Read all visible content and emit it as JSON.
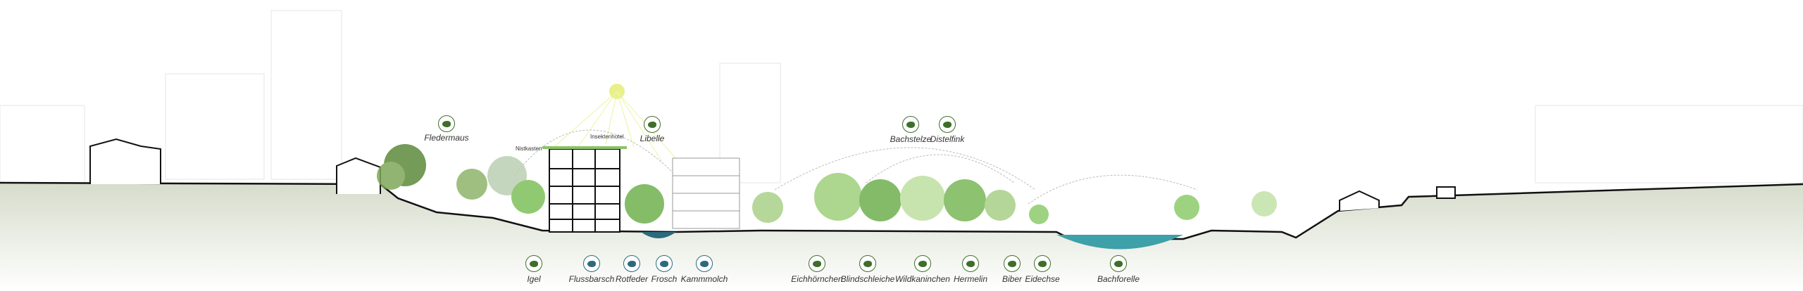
{
  "colors": {
    "land_species": "#3f6e2a",
    "water_species": "#2c6a7c",
    "water": "#3ea0a8",
    "ground": "#dfe3d6",
    "sun": "#e8f08a"
  },
  "annotations": {
    "nistkasten": "Nistkasten",
    "insektenhotel": "Insektenhotel"
  },
  "top_species": [
    {
      "name": "Fledermaus",
      "icon": "bat-icon",
      "type": "land"
    },
    {
      "name": "Libelle",
      "icon": "dragonfly-icon",
      "type": "land"
    },
    {
      "name": "Bachstelze",
      "icon": "wagtail-bird-icon",
      "type": "land"
    },
    {
      "name": "Distelfink",
      "icon": "goldfinch-bird-icon",
      "type": "land"
    }
  ],
  "bottom_species": [
    {
      "name": "Igel",
      "icon": "hedgehog-icon",
      "type": "land"
    },
    {
      "name": "Flussbarsch",
      "icon": "perch-fish-icon",
      "type": "water"
    },
    {
      "name": "Rotfeder",
      "icon": "rudd-fish-icon",
      "type": "water"
    },
    {
      "name": "Frosch",
      "icon": "frog-icon",
      "type": "water"
    },
    {
      "name": "Kammmolch",
      "icon": "newt-icon",
      "type": "water"
    },
    {
      "name": "Eichhörnchen",
      "icon": "squirrel-icon",
      "type": "land"
    },
    {
      "name": "Blindschleiche",
      "icon": "slowworm-icon",
      "type": "land"
    },
    {
      "name": "Wildkaninchen",
      "icon": "rabbit-icon",
      "type": "land"
    },
    {
      "name": "Hermelin",
      "icon": "stoat-icon",
      "type": "land"
    },
    {
      "name": "Biber",
      "icon": "beaver-icon",
      "type": "land"
    },
    {
      "name": "Eidechse",
      "icon": "lizard-icon",
      "type": "land"
    },
    {
      "name": "Bachforelle",
      "icon": "trout-icon",
      "type": "land"
    }
  ]
}
